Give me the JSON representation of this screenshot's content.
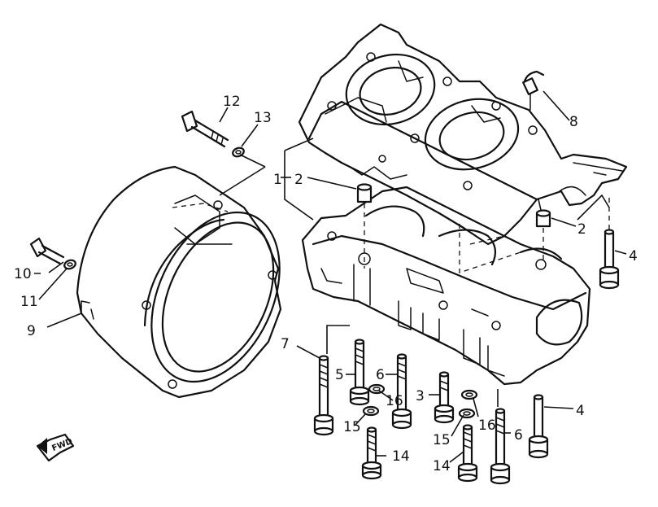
{
  "callouts": [
    {
      "id": "c1",
      "text": "1"
    },
    {
      "id": "c2a",
      "text": "2"
    },
    {
      "id": "c2b",
      "text": "2"
    },
    {
      "id": "c3",
      "text": "3"
    },
    {
      "id": "c4a",
      "text": "4"
    },
    {
      "id": "c4b",
      "text": "4"
    },
    {
      "id": "c5",
      "text": "5"
    },
    {
      "id": "c6a",
      "text": "6"
    },
    {
      "id": "c6b",
      "text": "6"
    },
    {
      "id": "c7",
      "text": "7"
    },
    {
      "id": "c8",
      "text": "8"
    },
    {
      "id": "c9",
      "text": "9"
    },
    {
      "id": "c10",
      "text": "10"
    },
    {
      "id": "c11",
      "text": "11"
    },
    {
      "id": "c12",
      "text": "12"
    },
    {
      "id": "c13",
      "text": "13"
    },
    {
      "id": "c14a",
      "text": "14"
    },
    {
      "id": "c14b",
      "text": "14"
    },
    {
      "id": "c15a",
      "text": "15"
    },
    {
      "id": "c15b",
      "text": "15"
    },
    {
      "id": "c16a",
      "text": "16"
    },
    {
      "id": "c16b",
      "text": "16"
    }
  ],
  "fwd_arrow": {
    "text": "FWD"
  }
}
